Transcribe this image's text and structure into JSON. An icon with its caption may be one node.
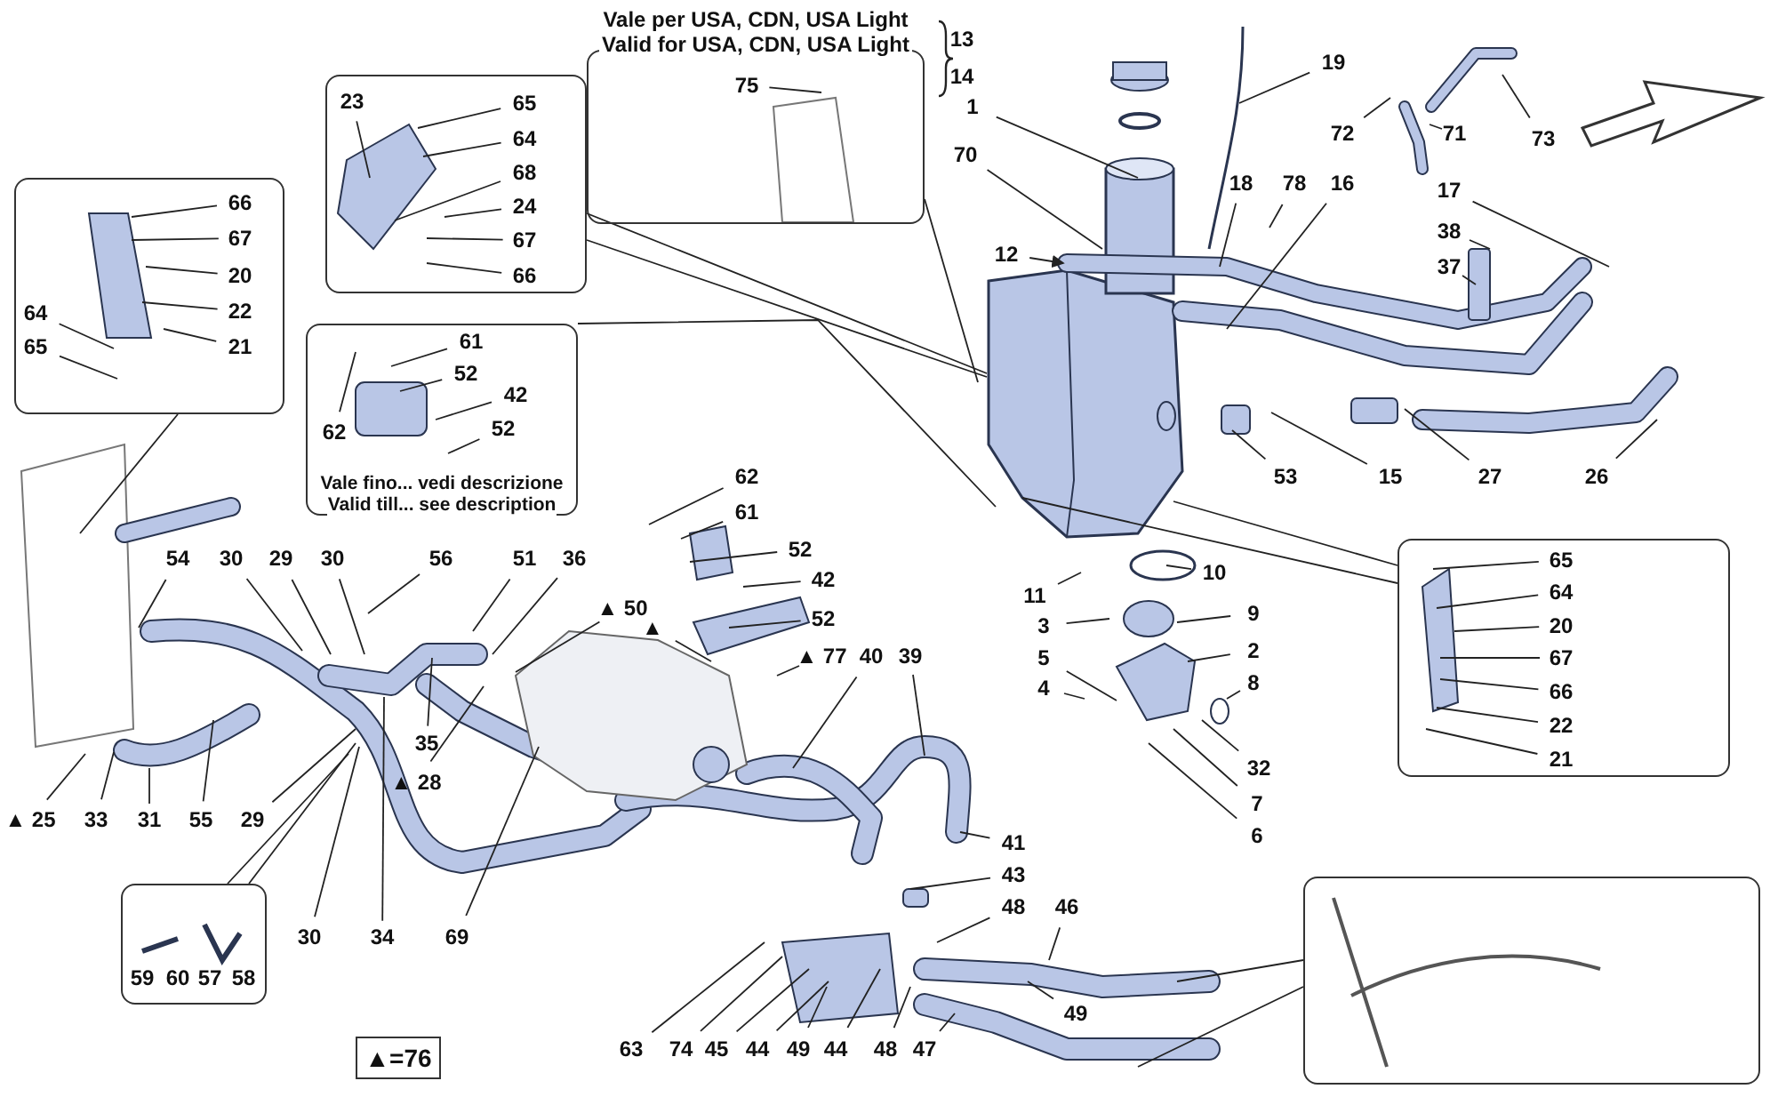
{
  "diagram": {
    "nodes": [
      {
        "text": [
          "Vale per USA, CDN, USA Light",
          "Valid for USA, CDN, USA Light"
        ]
      },
      {
        "text": [
          "Vale fino... vedi descrizione",
          "Valid till... see description"
        ]
      },
      {
        "text": [
          "▲=76"
        ]
      },
      {
        "text": [],
        "shape": "box"
      },
      {
        "text": [],
        "shape": "box"
      },
      {
        "text": [],
        "shape": "box"
      },
      {
        "text": [],
        "shape": "box"
      },
      {
        "text": [],
        "shape": "box"
      },
      {
        "text": [
          "19"
        ]
      },
      {
        "text": [
          "72"
        ]
      },
      {
        "text": [
          "71"
        ]
      },
      {
        "text": [
          "73"
        ]
      },
      {
        "text": [
          "1"
        ]
      },
      {
        "text": [
          "70"
        ]
      },
      {
        "text": [
          "18"
        ]
      },
      {
        "text": [
          "78"
        ]
      },
      {
        "text": [
          "16"
        ]
      },
      {
        "text": [
          "17"
        ]
      },
      {
        "text": [
          "38"
        ]
      },
      {
        "text": [
          "37"
        ]
      },
      {
        "text": [
          "12"
        ]
      },
      {
        "text": [
          "75"
        ],
        "in": 0
      },
      {
        "text": [
          "23"
        ],
        "in": 3
      },
      {
        "text": [
          "65"
        ],
        "in": 3
      },
      {
        "text": [
          "64"
        ],
        "in": 3
      },
      {
        "text": [
          "68"
        ],
        "in": 3
      },
      {
        "text": [
          "24"
        ],
        "in": 3
      },
      {
        "text": [
          "67"
        ],
        "in": 3
      },
      {
        "text": [
          "66"
        ],
        "in": 3
      },
      {
        "text": [
          "66"
        ],
        "in": 4
      },
      {
        "text": [
          "67"
        ],
        "in": 4
      },
      {
        "text": [
          "20"
        ],
        "in": 4
      },
      {
        "text": [
          "22"
        ],
        "in": 4
      },
      {
        "text": [
          "21"
        ],
        "in": 4
      },
      {
        "text": [
          "64"
        ],
        "in": 4
      },
      {
        "text": [
          "65"
        ],
        "in": 4
      },
      {
        "text": [
          "61"
        ],
        "in": 1
      },
      {
        "text": [
          "52"
        ],
        "in": 1
      },
      {
        "text": [
          "42"
        ],
        "in": 1
      },
      {
        "text": [
          "62"
        ],
        "in": 1
      },
      {
        "text": [
          "52"
        ],
        "in": 1
      },
      {
        "text": [
          "62"
        ]
      },
      {
        "text": [
          "61"
        ]
      },
      {
        "text": [
          "52"
        ]
      },
      {
        "text": [
          "42"
        ]
      },
      {
        "text": [
          "52"
        ]
      },
      {
        "text": [
          "▲"
        ]
      },
      {
        "text": [
          "▲ 50"
        ]
      },
      {
        "text": [
          "▲ 77"
        ]
      },
      {
        "text": [
          "53"
        ]
      },
      {
        "text": [
          "15"
        ]
      },
      {
        "text": [
          "27"
        ]
      },
      {
        "text": [
          "26"
        ]
      },
      {
        "text": [
          "11"
        ]
      },
      {
        "text": [
          "10"
        ]
      },
      {
        "text": [
          "3"
        ]
      },
      {
        "text": [
          "9"
        ]
      },
      {
        "text": [
          "2"
        ]
      },
      {
        "text": [
          "5"
        ]
      },
      {
        "text": [
          "4"
        ]
      },
      {
        "text": [
          "8"
        ]
      },
      {
        "text": [
          "32"
        ]
      },
      {
        "text": [
          "7"
        ]
      },
      {
        "text": [
          "6"
        ]
      },
      {
        "text": [
          "65"
        ],
        "in": 5
      },
      {
        "text": [
          "64"
        ],
        "in": 5
      },
      {
        "text": [
          "20"
        ],
        "in": 5
      },
      {
        "text": [
          "67"
        ],
        "in": 5
      },
      {
        "text": [
          "66"
        ],
        "in": 5
      },
      {
        "text": [
          "22"
        ],
        "in": 5
      },
      {
        "text": [
          "21"
        ],
        "in": 5
      },
      {
        "text": [
          "54"
        ]
      },
      {
        "text": [
          "30"
        ]
      },
      {
        "text": [
          "29"
        ]
      },
      {
        "text": [
          "30"
        ]
      },
      {
        "text": [
          "56"
        ]
      },
      {
        "text": [
          "51"
        ]
      },
      {
        "text": [
          "36"
        ]
      },
      {
        "text": [
          "35"
        ]
      },
      {
        "text": [
          "▲ 28"
        ]
      },
      {
        "text": [
          "40"
        ]
      },
      {
        "text": [
          "39"
        ]
      },
      {
        "text": [
          "▲ 25"
        ]
      },
      {
        "text": [
          "33"
        ]
      },
      {
        "text": [
          "31"
        ]
      },
      {
        "text": [
          "55"
        ]
      },
      {
        "text": [
          "29"
        ]
      },
      {
        "text": [
          "41"
        ]
      },
      {
        "text": [
          "43"
        ]
      },
      {
        "text": [
          "30"
        ]
      },
      {
        "text": [
          "34"
        ]
      },
      {
        "text": [
          "69"
        ]
      },
      {
        "text": [
          "48"
        ]
      },
      {
        "text": [
          "46"
        ]
      },
      {
        "text": [
          "63"
        ]
      },
      {
        "text": [
          "74"
        ]
      },
      {
        "text": [
          "45"
        ]
      },
      {
        "text": [
          "44"
        ]
      },
      {
        "text": [
          "49"
        ]
      },
      {
        "text": [
          "44"
        ]
      },
      {
        "text": [
          "48"
        ]
      },
      {
        "text": [
          "47"
        ]
      },
      {
        "text": [
          "49"
        ]
      }
    ],
    "edges": [
      {
        "from": 0,
        "to": null,
        "arrow": "none"
      },
      {
        "from": 3,
        "to": null,
        "arrow": "none"
      },
      {
        "from": 3,
        "to": null,
        "arrow": "none"
      },
      {
        "from": 1,
        "to": null,
        "arrow": "none"
      },
      {
        "from": 4,
        "to": null,
        "arrow": "none"
      },
      {
        "from": 5,
        "to": null,
        "arrow": "none"
      },
      {
        "from": 5,
        "to": null,
        "arrow": "none"
      },
      {
        "from": 6,
        "to": null,
        "arrow": "none"
      },
      {
        "from": 6,
        "to": null,
        "arrow": "none"
      },
      {
        "from": 7,
        "to": null,
        "arrow": "none"
      },
      {
        "from": 7,
        "to": null,
        "arrow": "none"
      },
      {
        "from": 8,
        "to": null,
        "arrow": "none"
      },
      {
        "from": 9,
        "to": null,
        "arrow": "none"
      },
      {
        "from": 10,
        "to": null,
        "arrow": "none"
      },
      {
        "from": 11,
        "to": null,
        "arrow": "none"
      },
      {
        "from": 12,
        "to": null,
        "arrow": "none"
      },
      {
        "from": 13,
        "to": null,
        "arrow": "none"
      },
      {
        "from": 14,
        "to": null,
        "arrow": "none"
      },
      {
        "from": 15,
        "to": null,
        "arrow": "none"
      },
      {
        "from": 16,
        "to": null,
        "arrow": "none"
      },
      {
        "from": 17,
        "to": null,
        "arrow": "none"
      },
      {
        "from": 18,
        "to": null,
        "arrow": "none"
      },
      {
        "from": 19,
        "to": null,
        "arrow": "none"
      },
      {
        "from": 20,
        "to": null,
        "arrow": "to"
      },
      {
        "from": 21,
        "to": null,
        "arrow": "none"
      },
      {
        "from": 22,
        "to": null,
        "arrow": "none"
      },
      {
        "from": 23,
        "to": null,
        "arrow": "none"
      },
      {
        "from": 24,
        "to": null,
        "arrow": "none"
      },
      {
        "from": 25,
        "to": null,
        "arrow": "none"
      },
      {
        "from": 26,
        "to": null,
        "arrow": "none"
      },
      {
        "from": 27,
        "to": null,
        "arrow": "none"
      },
      {
        "from": 28,
        "to": null,
        "arrow": "none"
      },
      {
        "from": 29,
        "to": null,
        "arrow": "none"
      },
      {
        "from": 30,
        "to": null,
        "arrow": "none"
      },
      {
        "from": 31,
        "to": null,
        "arrow": "none"
      },
      {
        "from": 32,
        "to": null,
        "arrow": "none"
      },
      {
        "from": 33,
        "to": null,
        "arrow": "none"
      },
      {
        "from": 34,
        "to": null,
        "arrow": "none"
      },
      {
        "from": 35,
        "to": null,
        "arrow": "none"
      },
      {
        "from": 36,
        "to": null,
        "arrow": "none"
      },
      {
        "from": 37,
        "to": null,
        "arrow": "none"
      },
      {
        "from": 38,
        "to": null,
        "arrow": "none"
      },
      {
        "from": 39,
        "to": null,
        "arrow": "none"
      },
      {
        "from": 40,
        "to": null,
        "arrow": "none"
      },
      {
        "from": 41,
        "to": null,
        "arrow": "none"
      },
      {
        "from": 42,
        "to": null,
        "arrow": "none"
      },
      {
        "from": 43,
        "to": null,
        "arrow": "none"
      },
      {
        "from": 44,
        "to": null,
        "arrow": "none"
      },
      {
        "from": 45,
        "to": null,
        "arrow": "none"
      },
      {
        "from": 46,
        "to": null,
        "arrow": "none"
      },
      {
        "from": 47,
        "to": null,
        "arrow": "none"
      },
      {
        "from": 48,
        "to": null,
        "arrow": "none"
      },
      {
        "from": 49,
        "to": null,
        "arrow": "none"
      },
      {
        "from": 50,
        "to": null,
        "arrow": "none"
      },
      {
        "from": 51,
        "to": null,
        "arrow": "none"
      },
      {
        "from": 52,
        "to": null,
        "arrow": "none"
      },
      {
        "from": 53,
        "to": null,
        "arrow": "none"
      },
      {
        "from": 54,
        "to": null,
        "arrow": "none"
      },
      {
        "from": 55,
        "to": null,
        "arrow": "none"
      },
      {
        "from": 56,
        "to": null,
        "arrow": "none"
      },
      {
        "from": 57,
        "to": null,
        "arrow": "none"
      },
      {
        "from": 58,
        "to": null,
        "arrow": "none"
      },
      {
        "from": 59,
        "to": null,
        "arrow": "none"
      },
      {
        "from": 60,
        "to": null,
        "arrow": "none"
      },
      {
        "from": 61,
        "to": null,
        "arrow": "none"
      },
      {
        "from": 62,
        "to": null,
        "arrow": "none"
      },
      {
        "from": 63,
        "to": null,
        "arrow": "none"
      },
      {
        "from": 64,
        "to": null,
        "arrow": "none"
      },
      {
        "from": 65,
        "to": null,
        "arrow": "none"
      },
      {
        "from": 66,
        "to": null,
        "arrow": "none"
      },
      {
        "from": 67,
        "to": null,
        "arrow": "none"
      },
      {
        "from": 68,
        "to": null,
        "arrow": "none"
      },
      {
        "from": 69,
        "to": null,
        "arrow": "none"
      },
      {
        "from": 70,
        "to": null,
        "arrow": "none"
      },
      {
        "from": 71,
        "to": null,
        "arrow": "none"
      },
      {
        "from": 72,
        "to": null,
        "arrow": "none"
      },
      {
        "from": 73,
        "to": null,
        "arrow": "none"
      },
      {
        "from": 74,
        "to": null,
        "arrow": "none"
      },
      {
        "from": 75,
        "to": null,
        "arrow": "none"
      },
      {
        "from": 76,
        "to": null,
        "arrow": "none"
      },
      {
        "from": 77,
        "to": null,
        "arrow": "none"
      },
      {
        "from": 78,
        "to": null,
        "arrow": "none"
      },
      {
        "from": 79,
        "to": null,
        "arrow": "none"
      },
      {
        "from": 80,
        "to": null,
        "arrow": "none"
      },
      {
        "from": 81,
        "to": null,
        "arrow": "none"
      },
      {
        "from": 82,
        "to": null,
        "arrow": "none"
      },
      {
        "from": 83,
        "to": null,
        "arrow": "none"
      },
      {
        "from": 84,
        "to": null,
        "arrow": "none"
      },
      {
        "from": 85,
        "to": null,
        "arrow": "none"
      },
      {
        "from": 86,
        "to": null,
        "arrow": "none"
      },
      {
        "from": 87,
        "to": null,
        "arrow": "none"
      },
      {
        "from": 88,
        "to": null,
        "arrow": "none"
      },
      {
        "from": 89,
        "to": null,
        "arrow": "none"
      },
      {
        "from": 90,
        "to": null,
        "arrow": "none"
      },
      {
        "from": 91,
        "to": null,
        "arrow": "none"
      },
      {
        "from": 92,
        "to": null,
        "arrow": "none"
      },
      {
        "from": 93,
        "to": null,
        "arrow": "none"
      },
      {
        "from": 94,
        "to": null,
        "arrow": "none"
      },
      {
        "from": 95,
        "to": null,
        "arrow": "none"
      },
      {
        "from": 96,
        "to": null,
        "arrow": "none"
      },
      {
        "from": 97,
        "to": null,
        "arrow": "none"
      },
      {
        "from": 98,
        "to": null,
        "arrow": "none"
      },
      {
        "from": 99,
        "to": null,
        "arrow": "none"
      },
      {
        "from": 100,
        "to": null,
        "arrow": "none"
      },
      {
        "from": 101,
        "to": null,
        "arrow": "none"
      },
      {
        "from": 102,
        "to": null,
        "arrow": "none"
      }
    ],
    "labels": [
      "13",
      "14",
      "59",
      "60",
      "57",
      "58"
    ]
  }
}
